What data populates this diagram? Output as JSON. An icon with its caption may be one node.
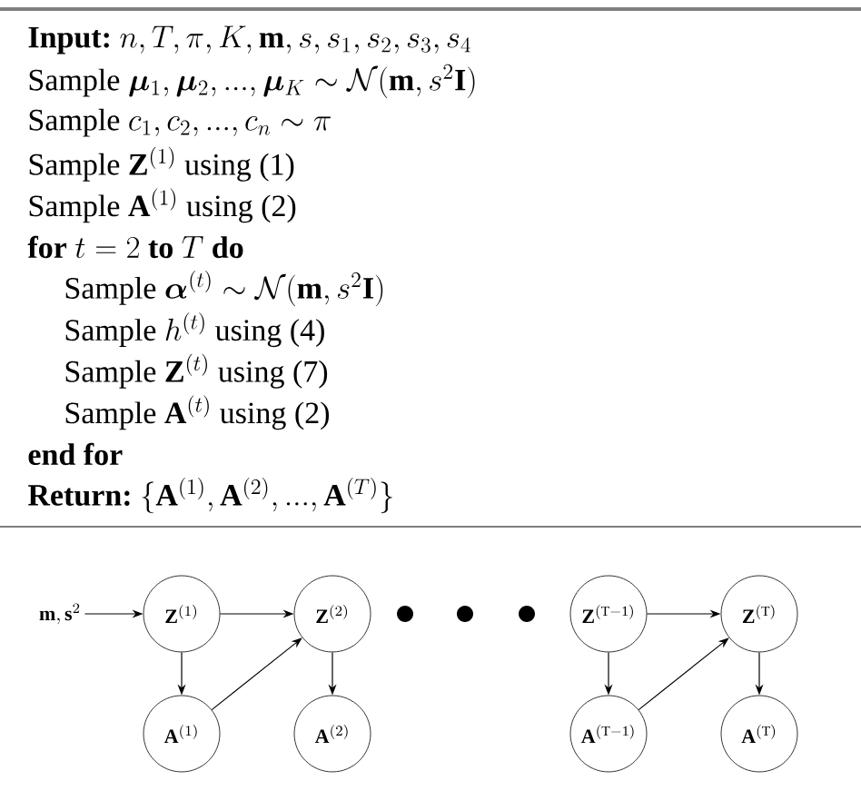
{
  "diagram": {
    "nodes": [
      {
        "text": [
          "\\mathbf{m},\\mathbf{s}^2"
        ]
      },
      {
        "text": [
          "\\mathbf{Z}^{(1)}"
        ]
      },
      {
        "text": [
          "\\mathbf{Z}^{(2)}"
        ]
      },
      {
        "text": [],
        "shape": "circle"
      },
      {
        "text": [],
        "shape": "circle"
      },
      {
        "text": [],
        "shape": "circle"
      },
      {
        "text": [
          "\\mathbf{Z}^{(\\mathrm{T-1})}"
        ]
      },
      {
        "text": [
          "\\mathbf{Z}^{(\\mathrm{T})}"
        ]
      },
      {
        "text": [
          "\\mathbf{A}^{(1)}"
        ]
      },
      {
        "text": [
          "\\mathbf{A}^{(2)}"
        ]
      },
      {
        "text": [
          "\\mathbf{A}^{(\\mathrm{T-1})}"
        ]
      },
      {
        "text": [
          "\\mathbf{A}^{(\\mathrm{T})}"
        ]
      }
    ],
    "edges": [
      {
        "from": 0,
        "to": 1,
        "arrow": "to"
      },
      {
        "from": 1,
        "to": 2,
        "arrow": "to"
      },
      {
        "from": 1,
        "to": 8,
        "arrow": "to"
      },
      {
        "from": 8,
        "to": 2,
        "arrow": "to"
      },
      {
        "from": 2,
        "to": 9,
        "arrow": "to"
      },
      {
        "from": 6,
        "to": 7,
        "arrow": "to"
      },
      {
        "from": 6,
        "to": 10,
        "arrow": "to"
      },
      {
        "from": 10,
        "to": 7,
        "arrow": "to"
      },
      {
        "from": 7,
        "to": 11,
        "arrow": "to"
      }
    ],
    "labels": [
      "\\textbf{Input:}\\ n, T, \\pi, K, \\mathbf{m}, s, s_1, s_2, s_3, s_4",
      "\\mbox{Sample } \\boldsymbol{\\mu}_1, \\boldsymbol{\\mu}_2, ..., \\boldsymbol{\\mu}_K \\sim \\mathcal{N}(\\mathbf{m}, s^2\\mathbf{I})",
      "\\mbox{Sample } c_1, c_2, ..., c_n \\sim \\pi",
      "\\mbox{Sample } \\mathbf{Z}^{(1)} \\mbox{ using (1)}",
      "\\mbox{Sample } \\mathbf{A}^{(1)} \\mbox{ using (2)}",
      "\\textbf{for } t = 2 \\textbf{ to } T \\textbf{ do}",
      "\\mbox{Sample } \\boldsymbol{\\alpha}^{(t)} \\sim \\mathcal{N}(\\mathbf{m}, s^2\\mathbf{I})",
      "\\mbox{Sample } h^{(t)} \\mbox{ using (4)}",
      "\\mbox{Sample } \\mathbf{Z}^{(t)} \\mbox{ using (7)}",
      "\\mbox{Sample } \\mathbf{A}^{(t)} \\mbox{ using (2)}",
      "\\textbf{end for}",
      "\\textbf{Return:}\\ \\{\\mathbf{A}^{(1)}, \\mathbf{A}^{(2)}, ..., \\mathbf{A}^{(T)}\\}"
    ]
  }
}
